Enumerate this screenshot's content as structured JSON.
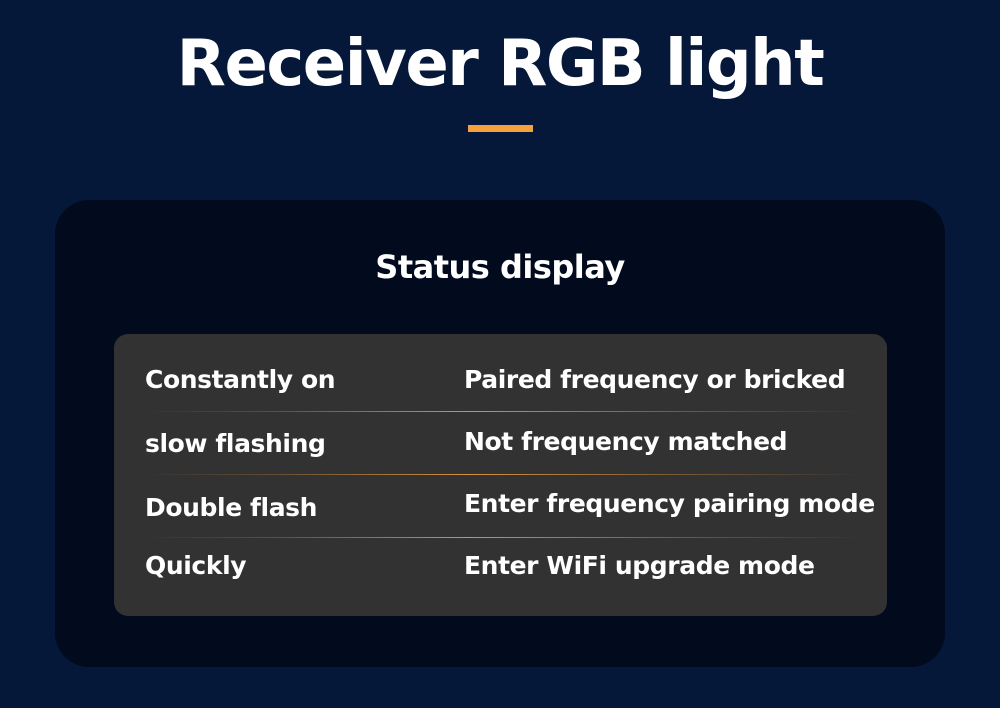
{
  "header": {
    "title": "Receiver RGB light"
  },
  "panel": {
    "title": "Status display",
    "rows": [
      {
        "state": "Constantly on",
        "meaning": "Paired frequency or bricked"
      },
      {
        "state": "slow flashing",
        "meaning": "Not frequency matched"
      },
      {
        "state": "Double flash",
        "meaning": "Enter frequency pairing mode"
      },
      {
        "state": "Quickly",
        "meaning": "Enter WiFi upgrade mode"
      }
    ]
  },
  "colors": {
    "background": "#05183a",
    "card": "#020b1e",
    "table": "#323232",
    "accent": "#f5a13d",
    "text": "#ffffff"
  }
}
